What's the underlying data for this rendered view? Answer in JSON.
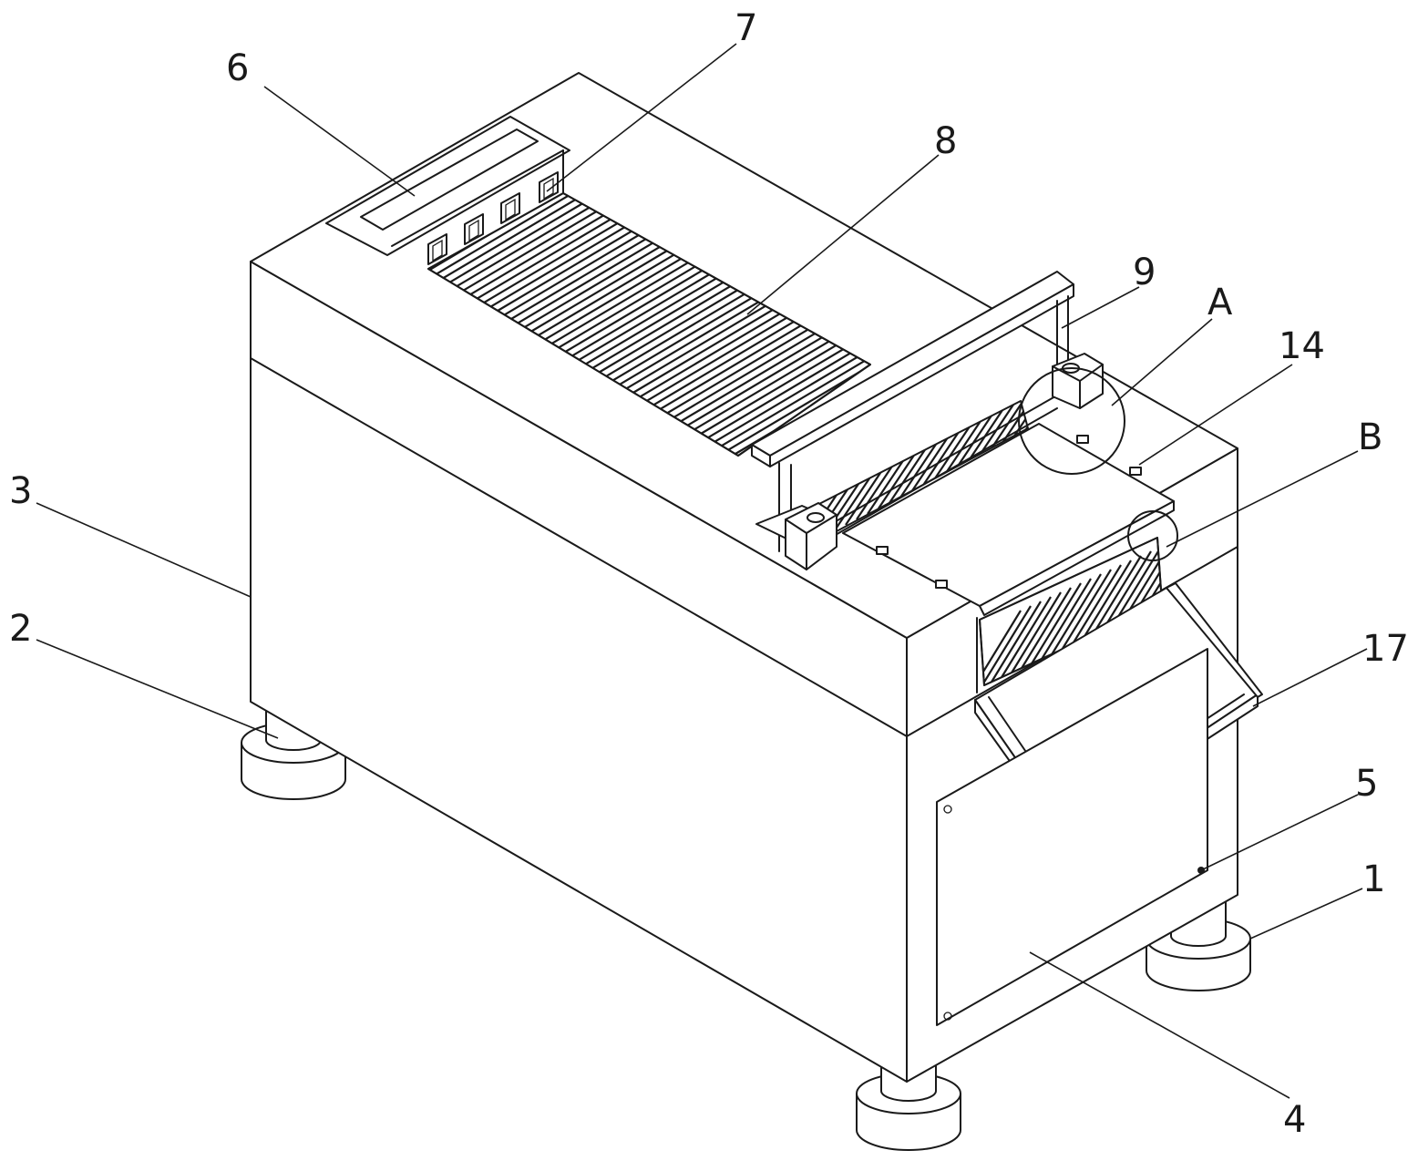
{
  "labels": {
    "l1": "1",
    "l2": "2",
    "l3": "3",
    "l4": "4",
    "l5": "5",
    "l6": "6",
    "l7": "7",
    "l8": "8",
    "l9": "9",
    "l14": "14",
    "l17": "17",
    "lA": "A",
    "lB": "B"
  },
  "colors": {
    "line": "#1a1a1a",
    "background": "#ffffff"
  }
}
